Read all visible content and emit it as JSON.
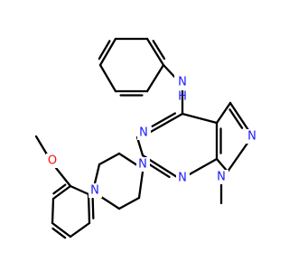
{
  "molecule": {
    "colors": {
      "bond": "#000000",
      "nitrogen": "#1a1aff",
      "oxygen": "#ff0d0d"
    },
    "atoms": {
      "n_amine": {
        "symbol": "N",
        "hydrogen": "H"
      },
      "n_pyrimidine_top": {
        "symbol": "N"
      },
      "n_pyrimidine_bottom": {
        "symbol": "N"
      },
      "n_pyrazole_eq": {
        "symbol": "N"
      },
      "n_pyrazole_methyl": {
        "symbol": "N"
      },
      "n_piperazine_right": {
        "symbol": "N"
      },
      "n_piperazine_left": {
        "symbol": "N"
      },
      "o_methoxy": {
        "symbol": "O"
      }
    }
  }
}
